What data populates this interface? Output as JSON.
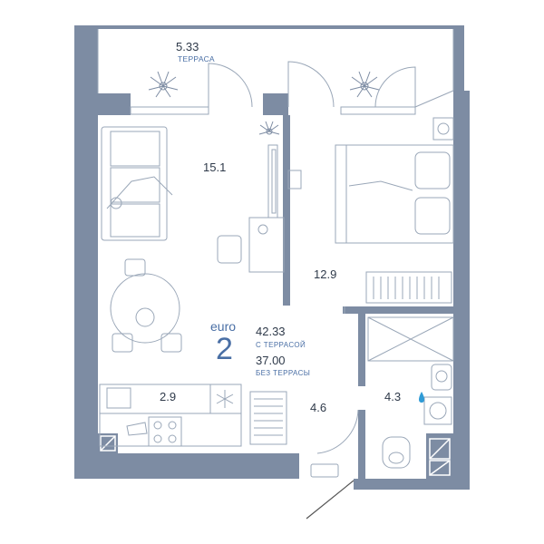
{
  "rooms": {
    "terrace": {
      "area": "5.33",
      "label": "ТЕРРАСА"
    },
    "living": {
      "area": "15.1"
    },
    "bedroom": {
      "area": "12.9"
    },
    "kitchen": {
      "area": "2.9"
    },
    "hall": {
      "area": "4.6"
    },
    "bathroom": {
      "area": "4.3"
    }
  },
  "summary": {
    "type_word": "euro",
    "rooms_count": "2",
    "area_with_terrace": "42.33",
    "with_terrace_label": "С ТЕРРАСОЙ",
    "area_without_terrace": "37.00",
    "without_terrace_label": "БЕЗ ТЕРРАСЫ"
  },
  "colors": {
    "wall": "#7d8ca3",
    "line": "#9aa7b8",
    "accent": "#4a6fa5",
    "water": "#2f9bd6"
  }
}
